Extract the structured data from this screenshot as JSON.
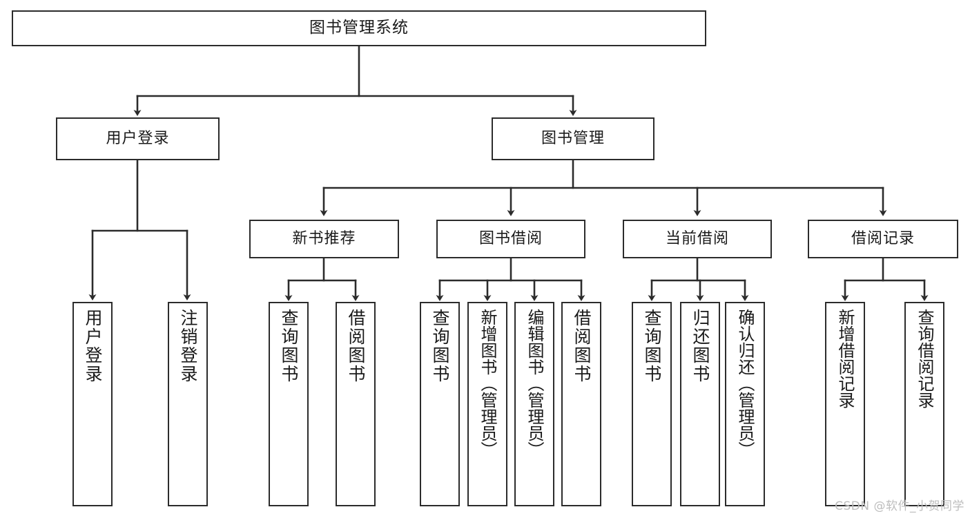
{
  "diagram": {
    "title": "图书管理系统",
    "type": "tree-hierarchy-chart",
    "stroke_color": "#2b2b2b",
    "fill_color": "#ffffff",
    "text_color": "#1a1a1a"
  },
  "watermark": {
    "text": "CSDN @软件_小贺同学",
    "color": "#bdbdbd"
  },
  "nodes": {
    "root": {
      "label": "图书管理系统"
    },
    "level2": [
      {
        "label": "用户登录"
      },
      {
        "label": "图书管理"
      }
    ],
    "level3": [
      {
        "label": "新书推荐"
      },
      {
        "label": "图书借阅"
      },
      {
        "label": "当前借阅"
      },
      {
        "label": "借阅记录"
      }
    ],
    "leaves": {
      "user_login": [
        {
          "label": "用户登录"
        },
        {
          "label": "注销登录"
        }
      ],
      "new_book": [
        {
          "label": "查询图书"
        },
        {
          "label": "借阅图书"
        }
      ],
      "book_borrow": [
        {
          "label": "查询图书"
        },
        {
          "label": "新增图书（管理员）"
        },
        {
          "label": "编辑图书（管理员）"
        },
        {
          "label": "借阅图书"
        }
      ],
      "current_borrow": [
        {
          "label": "查询图书"
        },
        {
          "label": "归还图书"
        },
        {
          "label": "确认归还（管理员）"
        }
      ],
      "borrow_record": [
        {
          "label": "新增借阅记录"
        },
        {
          "label": "查询借阅记录"
        }
      ]
    }
  }
}
